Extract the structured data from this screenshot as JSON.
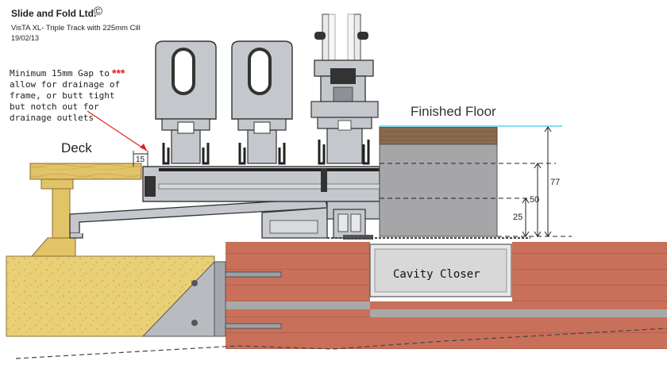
{
  "header": {
    "company": "Slide and Fold Ltd.",
    "copyright_symbol": "©",
    "subtitle": "VisTA XL- Triple Track with 225mm Cill",
    "date": "19/02/13"
  },
  "annotation": {
    "lines": [
      "Minimum 15mm Gap to",
      "allow for drainage of",
      "frame, or butt tight",
      "but notch out for",
      "drainage outlets"
    ],
    "marker": "***"
  },
  "labels": {
    "deck": "Deck",
    "finished_floor": "Finished Floor",
    "cavity_closer": "Cavity Closer"
  },
  "dimensions": {
    "gap": "15",
    "d77": "77",
    "d50": "50",
    "d25": "25"
  },
  "colors": {
    "brick": "#c8705a",
    "mortar": "#a9a9a9",
    "timber": "#e4c76a",
    "aluminium": "#c4c7cb",
    "screed": "#a6a6a8",
    "floor_finish": "#8a6a4e",
    "floor_line": "#7fe0f0",
    "marker": "#e02020"
  }
}
